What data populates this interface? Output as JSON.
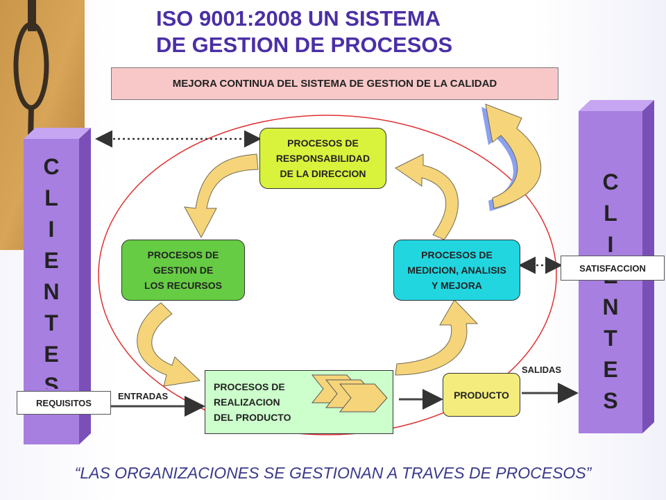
{
  "title": "ISO 9001:2008 UN SISTEMA\nDE GESTION DE PROCESOS",
  "banner": "MEJORA CONTINUA DEL SISTEMA DE GESTION  DE LA CALIDAD",
  "clientes_left": "C\nL\nI\nE\nN\nT\nE\nS",
  "clientes_right": "C\nL\nI\nE\nN\nT\nE\nS",
  "boxes": {
    "direccion": "PROCESOS DE\nRESPONSABILIDAD\nDE LA DIRECCION",
    "recursos": "PROCESOS DE\nGESTION DE\nLOS RECURSOS",
    "medicion": "PROCESOS DE\nMEDICION, ANALISIS\nY MEJORA",
    "realizacion": "PROCESOS  DE\nREALIZACION\nDEL PRODUCTO",
    "producto": "PRODUCTO"
  },
  "tags": {
    "requisitos": "REQUISITOS",
    "satisfaccion": "SATISFACCION"
  },
  "labels": {
    "entradas": "ENTRADAS",
    "salidas": "SALIDAS"
  },
  "quote": "“LAS ORGANIZACIONES SE GESTIONAN A TRAVES DE PROCESOS”",
  "colors": {
    "title": "#4b2fa6",
    "banner": "#f8c8c8",
    "clientes_bar": "#a77fe0",
    "direccion": "#d9f23c",
    "recursos": "#66cc44",
    "medicion": "#22d6e0",
    "realizacion": "#ccffcc",
    "producto": "#f4ec7c",
    "curved_arrow": "#f6d47a",
    "cycle_ellipse": "#e03030"
  }
}
